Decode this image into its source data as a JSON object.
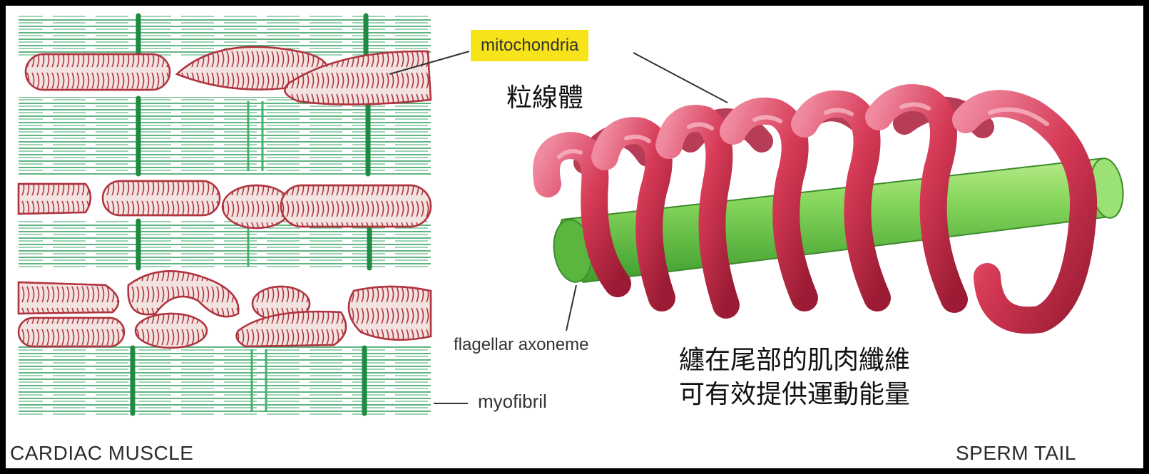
{
  "labels": {
    "mitochondria": "mitochondria",
    "mitochondria_zh": "粒線體",
    "flagellar_axoneme": "flagellar axoneme",
    "myofibril": "myofibril",
    "cardiac_muscle": "CARDIAC MUSCLE",
    "sperm_tail": "SPERM TAIL"
  },
  "note_zh": {
    "line1": "纏在尾部的肌肉纖維",
    "line2": "可有效提供運動能量"
  },
  "colors": {
    "frame": "#000000",
    "background": "#ffffff",
    "myofibril_green": "#2e9a58",
    "z_line_green": "#1f8a44",
    "mitochondria_outline": "#b0343f",
    "mitochondria_fill": "#f3e3e0",
    "coil_red": "#d53a55",
    "axoneme_green": "#7fd35a",
    "highlight_yellow": "#f7e31a"
  },
  "icons": {
    "mitochondrion": "mitochondrion-shape",
    "axoneme": "cylinder-shape",
    "coil": "helix-shape"
  }
}
